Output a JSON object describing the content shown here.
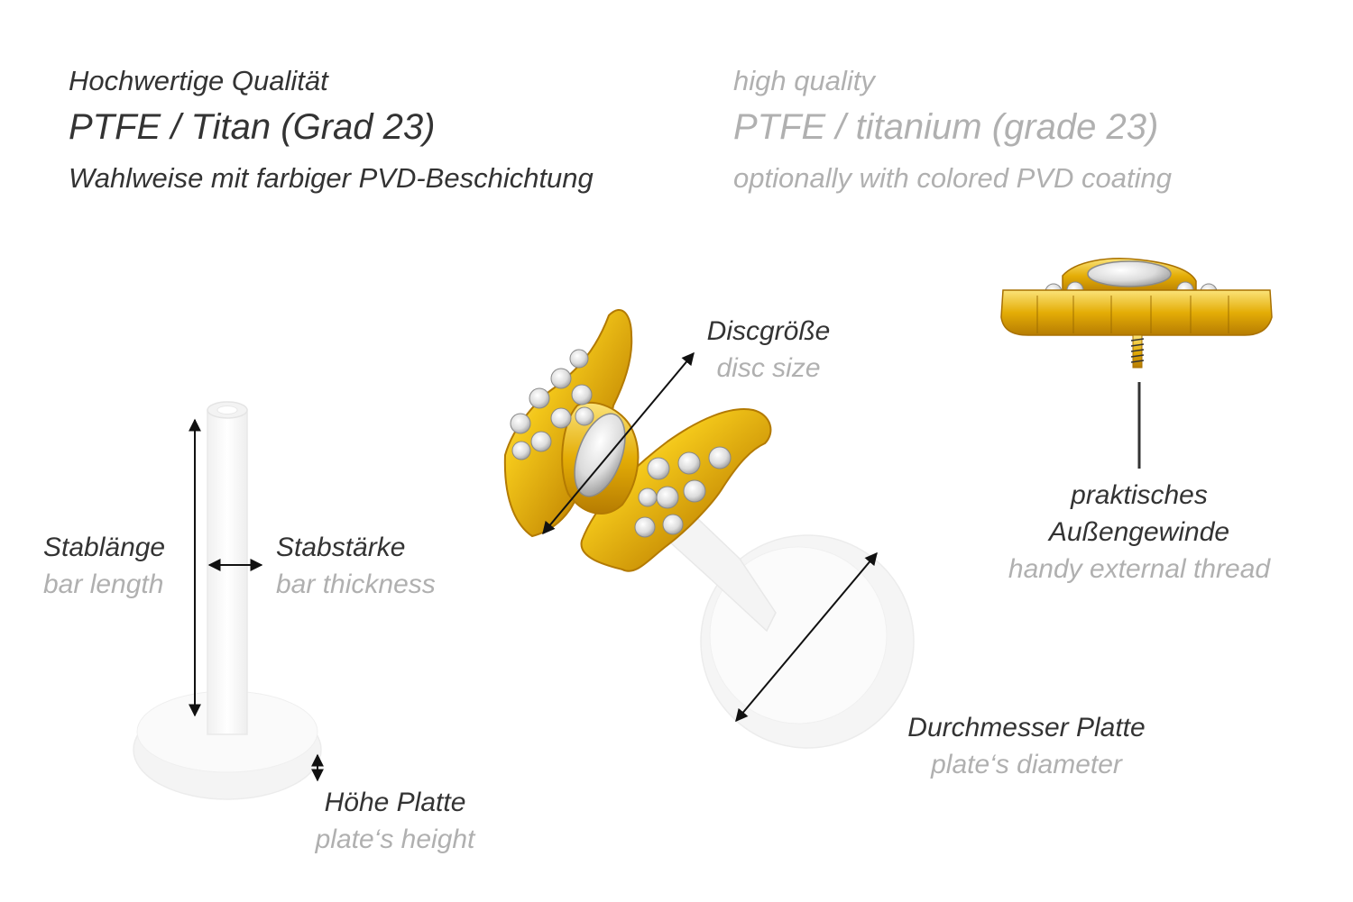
{
  "header": {
    "de": {
      "quality": "Hochwertige Qualität",
      "material": "PTFE / Titan (Grad 23)",
      "coating": "Wahlweise mit farbiger PVD-Beschichtung"
    },
    "en": {
      "quality": "high quality",
      "material": "PTFE / titanium (grade 23)",
      "coating": "optionally with colored PVD coating"
    }
  },
  "labels": {
    "bar_length": {
      "de": "Stablänge",
      "en": "bar length"
    },
    "bar_thickness": {
      "de": "Stabstärke",
      "en": "bar thickness"
    },
    "plate_height": {
      "de": "Höhe Platte",
      "en": "plate‘s height"
    },
    "disc_size": {
      "de": "Discgröße",
      "en": "disc size"
    },
    "plate_diameter": {
      "de": "Durchmesser Platte",
      "en": "plate‘s diameter"
    },
    "thread": {
      "de_line1": "praktisches",
      "de_line2": "Außengewinde",
      "en": "handy external thread"
    }
  },
  "colors": {
    "german_text": "#333333",
    "english_text": "#b0b0b0",
    "gold": "#e8b80c",
    "ptfe": "#f6f6f6"
  }
}
